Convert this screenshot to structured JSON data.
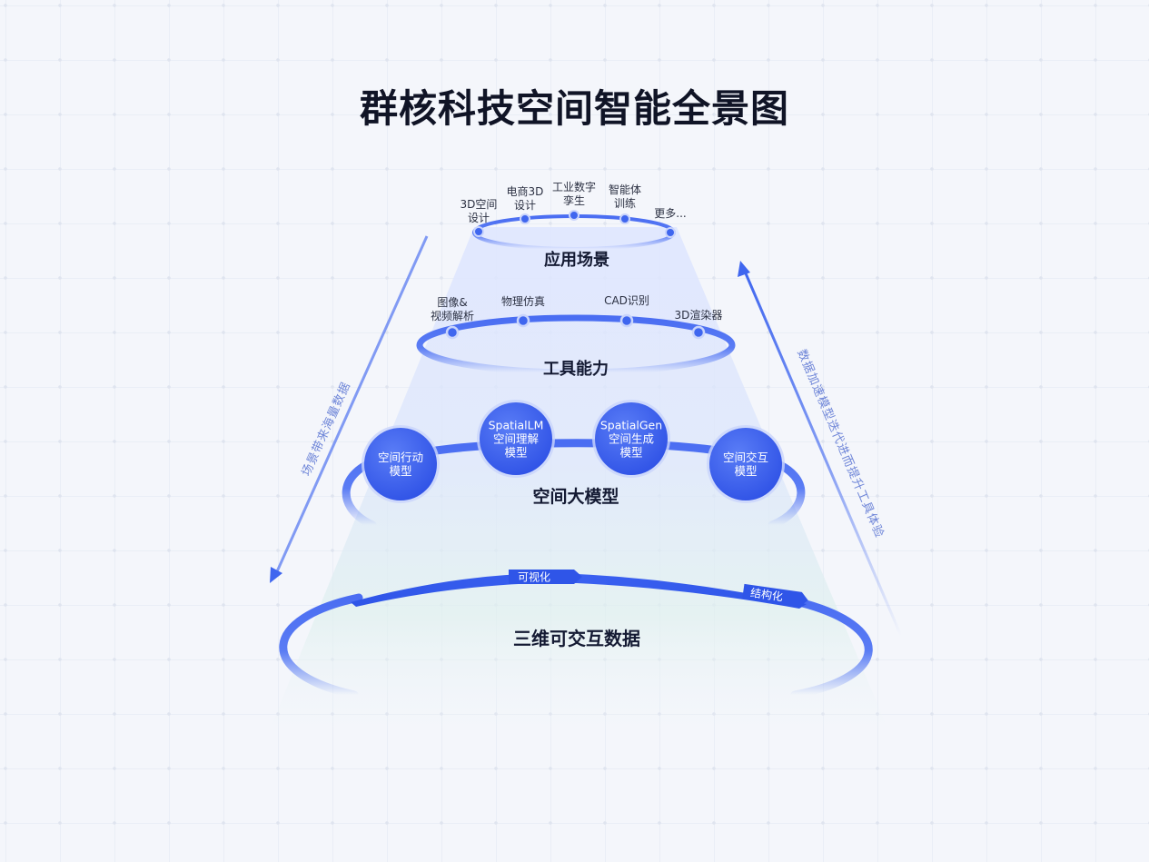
{
  "title": "群核科技空间智能全景图",
  "tiers": {
    "application": {
      "title": "应用场景",
      "items": [
        {
          "lines": [
            "3D空间",
            "设计"
          ]
        },
        {
          "lines": [
            "电商3D",
            "设计"
          ]
        },
        {
          "lines": [
            "工业数字",
            "孪生"
          ]
        },
        {
          "lines": [
            "智能体",
            "训练"
          ]
        },
        {
          "lines": [
            "更多..."
          ]
        }
      ]
    },
    "tools": {
      "title": "工具能力",
      "items": [
        {
          "lines": [
            "图像&",
            "视频解析"
          ]
        },
        {
          "lines": [
            "物理仿真"
          ]
        },
        {
          "lines": [
            "CAD识别"
          ]
        },
        {
          "lines": [
            "3D渲染器"
          ]
        }
      ]
    },
    "models": {
      "title": "空间大模型",
      "items": [
        {
          "lines": [
            "空间行动",
            "模型"
          ]
        },
        {
          "lines": [
            "SpatialLM",
            "空间理解",
            "模型"
          ]
        },
        {
          "lines": [
            "SpatialGen",
            "空间生成",
            "模型"
          ]
        },
        {
          "lines": [
            "空间交互",
            "模型"
          ]
        }
      ]
    },
    "data": {
      "title": "三维可交互数据",
      "badges": [
        "可视化",
        "结构化"
      ]
    }
  },
  "side_labels": {
    "left": "场景带来海量数据",
    "right": "数据加速模型迭代进而提升工具体验"
  },
  "colors": {
    "accent": "#3f66ef",
    "accent_dark": "#2f4fe0",
    "node_fill": "#3a5ff0",
    "title": "#101426"
  }
}
